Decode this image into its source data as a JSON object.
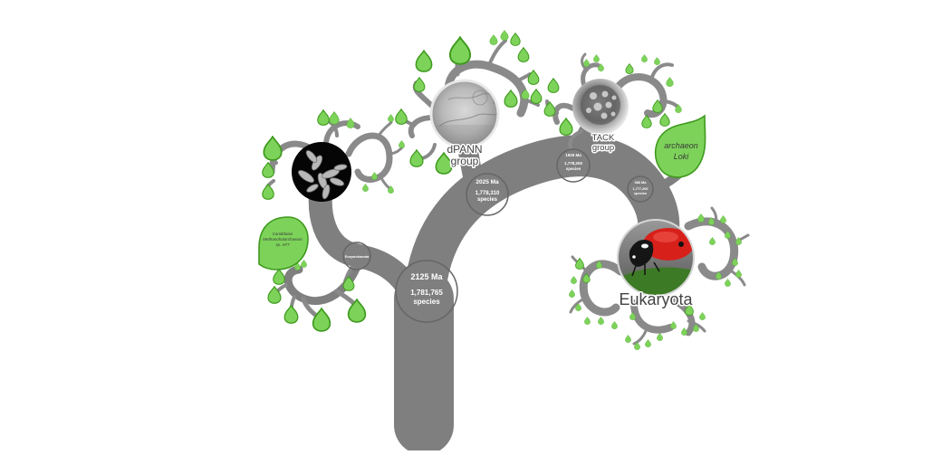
{
  "diagram": {
    "type": "phylogenetic-tree",
    "colors": {
      "branch": "#7f7f7f",
      "leaf_fill": "#7dd35a",
      "leaf_stroke": "#3f9a1e",
      "node_text": "#ffffff",
      "background": "#ffffff"
    },
    "nodes": {
      "root": {
        "age": "2125 Ma",
        "count": "1,781,765",
        "unit": "species"
      },
      "dpann_split": {
        "age": "2025 Ma",
        "count": "1,778,310",
        "unit": "species"
      },
      "tack_split": {
        "age": "1925 Ma",
        "count": "1,778,200",
        "unit": "species"
      },
      "loki_split": {
        "age": "586 Ma",
        "count": "1,777,200",
        "unit": "species"
      },
      "euryarchaeota": {
        "label": "Euryarchaeota"
      }
    },
    "clades": {
      "euryarchaeota_group": {
        "icon": "rod-shaped-archaea-photo"
      },
      "dpann": {
        "line1": "dPANN",
        "line2": "group",
        "icon": "dpann-microscopy-photo"
      },
      "tack": {
        "line1": "TACK",
        "line2": "group",
        "icon": "tack-cell-photo"
      },
      "eukaryota": {
        "label": "Eukaryota",
        "icon": "ladybug-photo"
      }
    },
    "leaves": {
      "methanohalarchaeum": {
        "line1": "Candidatus",
        "line2": "Methanohalarchaeum",
        "line3": "sp. AF7"
      },
      "loki": {
        "line1": "archaeon",
        "line2": "Loki"
      }
    }
  }
}
